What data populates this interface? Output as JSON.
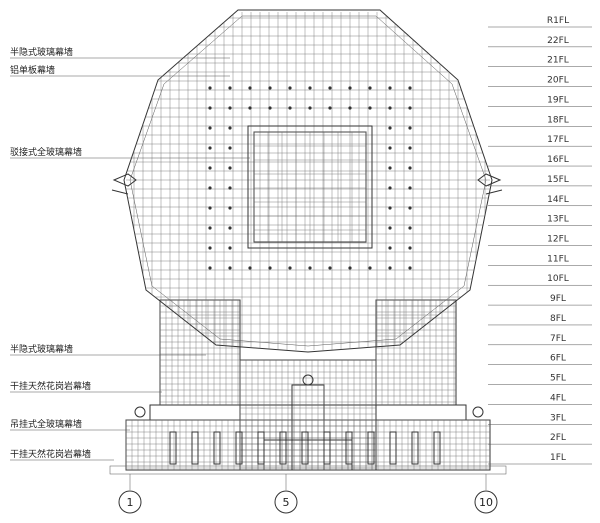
{
  "floors": [
    "R1FL",
    "22FL",
    "21FL",
    "20FL",
    "19FL",
    "18FL",
    "17FL",
    "16FL",
    "15FL",
    "14FL",
    "13FL",
    "12FL",
    "11FL",
    "10FL",
    "9FL",
    "8FL",
    "7FL",
    "6FL",
    "5FL",
    "4FL",
    "3FL",
    "2FL",
    "1FL"
  ],
  "notes": [
    {
      "id": "semi-hidden-glass-top",
      "text": "半隐式玻璃幕墙"
    },
    {
      "id": "aluminium-panel",
      "text": "铝单板幕墙"
    },
    {
      "id": "point-fixed-glass",
      "text": "驳接式全玻璃幕墙"
    },
    {
      "id": "semi-hidden-glass-lower",
      "text": "半隐式玻璃幕墙"
    },
    {
      "id": "dry-hang-granite-upper",
      "text": "干挂天然花岗岩幕墙"
    },
    {
      "id": "suspended-glass",
      "text": "吊挂式全玻璃幕墙"
    },
    {
      "id": "dry-hang-granite-lower",
      "text": "干挂天然花岗岩幕墙"
    }
  ],
  "axes": [
    "1",
    "5",
    "10"
  ]
}
